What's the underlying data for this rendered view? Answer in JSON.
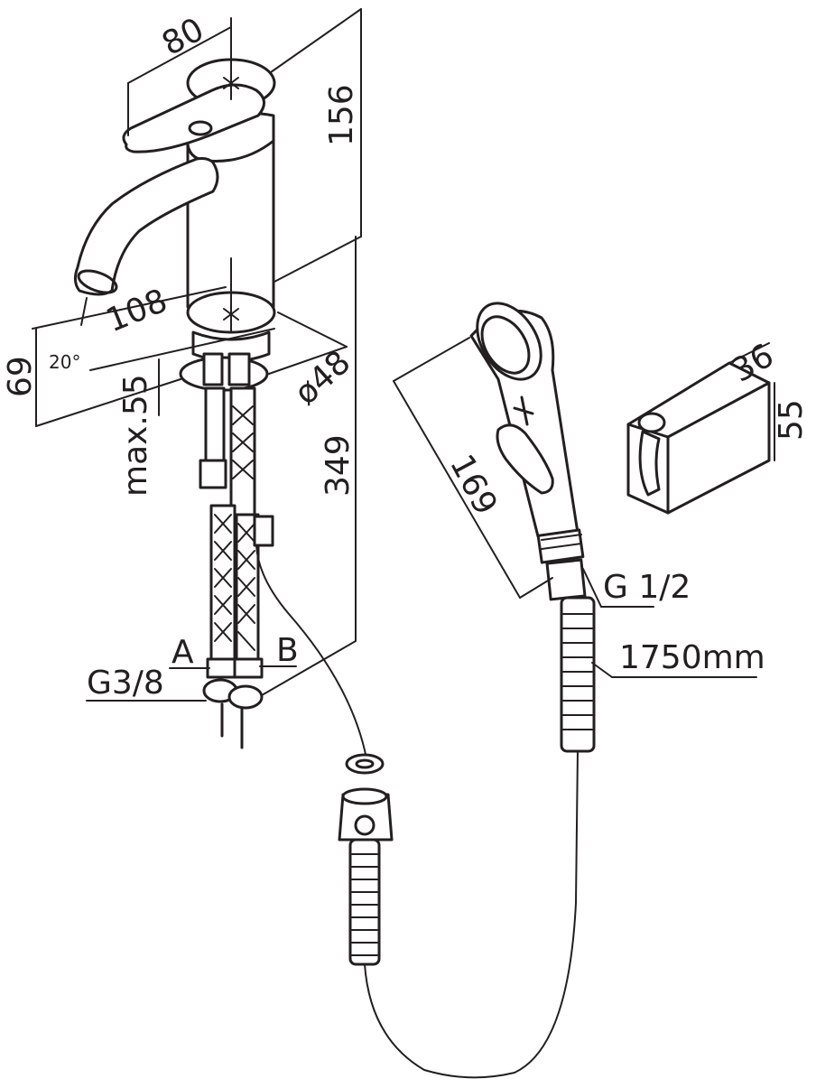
{
  "dimensions": {
    "handle_length": "80",
    "upper_height": "156",
    "spout_reach": "108",
    "spout_angle": "20°",
    "spout_height": "69",
    "max_thickness": "max.55",
    "base_diameter": "ø48",
    "lower_height": "349",
    "handshower_length": "169",
    "holder_width": "36",
    "holder_height": "55"
  },
  "labels": {
    "inlet_a": "A",
    "inlet_b": "B",
    "inlet_thread": "G3/8",
    "handshower_thread": "G 1/2",
    "hose_length": "1750mm"
  },
  "colors": {
    "line": "#231f20",
    "background": "#ffffff"
  }
}
